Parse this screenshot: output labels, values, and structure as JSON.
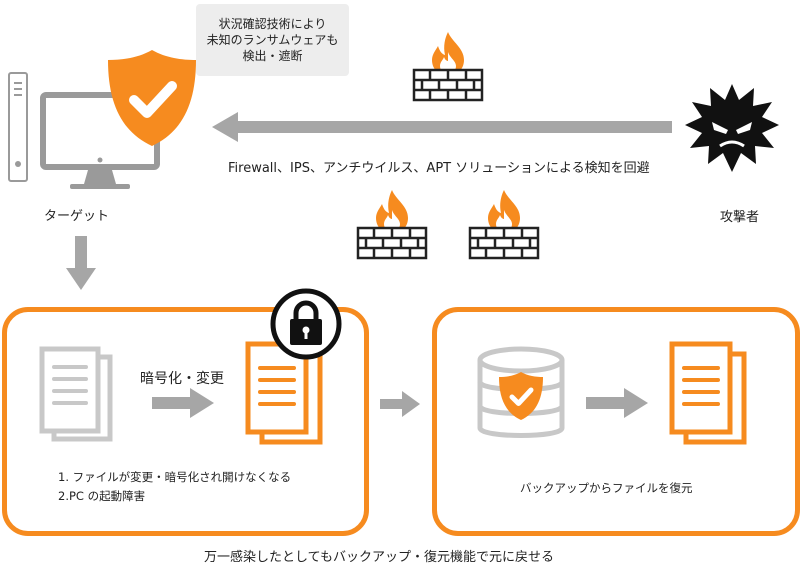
{
  "callout": {
    "line1": "状況確認技術により",
    "line2": "未知のランサムウェアも",
    "line3": "検出・遮断"
  },
  "target_label": "ターゲット",
  "attacker_label": "攻撃者",
  "evasion_text": "Firewall、IPS、アンチウイルス、APT ソリューションによる検知を回避",
  "encrypt_label": "暗号化・変更",
  "impacts": [
    "1. ファイルが変更・暗号化され開けなくなる",
    "2.PC の起動障害"
  ],
  "restore_text": "バックアップからファイルを復元",
  "footer_text": "万一感染したとしてもバックアップ・復元機能で元に戻せる",
  "colors": {
    "accent": "#f68b1f",
    "arrow_gray": "#a6a6a6",
    "doc_gray": "#c8c8c8",
    "dark": "#111111",
    "callout_bg": "#ededed"
  },
  "icons": [
    "pc-tower-icon",
    "monitor-icon",
    "shield-check-icon",
    "firewall-icon",
    "attacker-virus-icon",
    "document-icon",
    "padlock-icon",
    "database-icon"
  ]
}
